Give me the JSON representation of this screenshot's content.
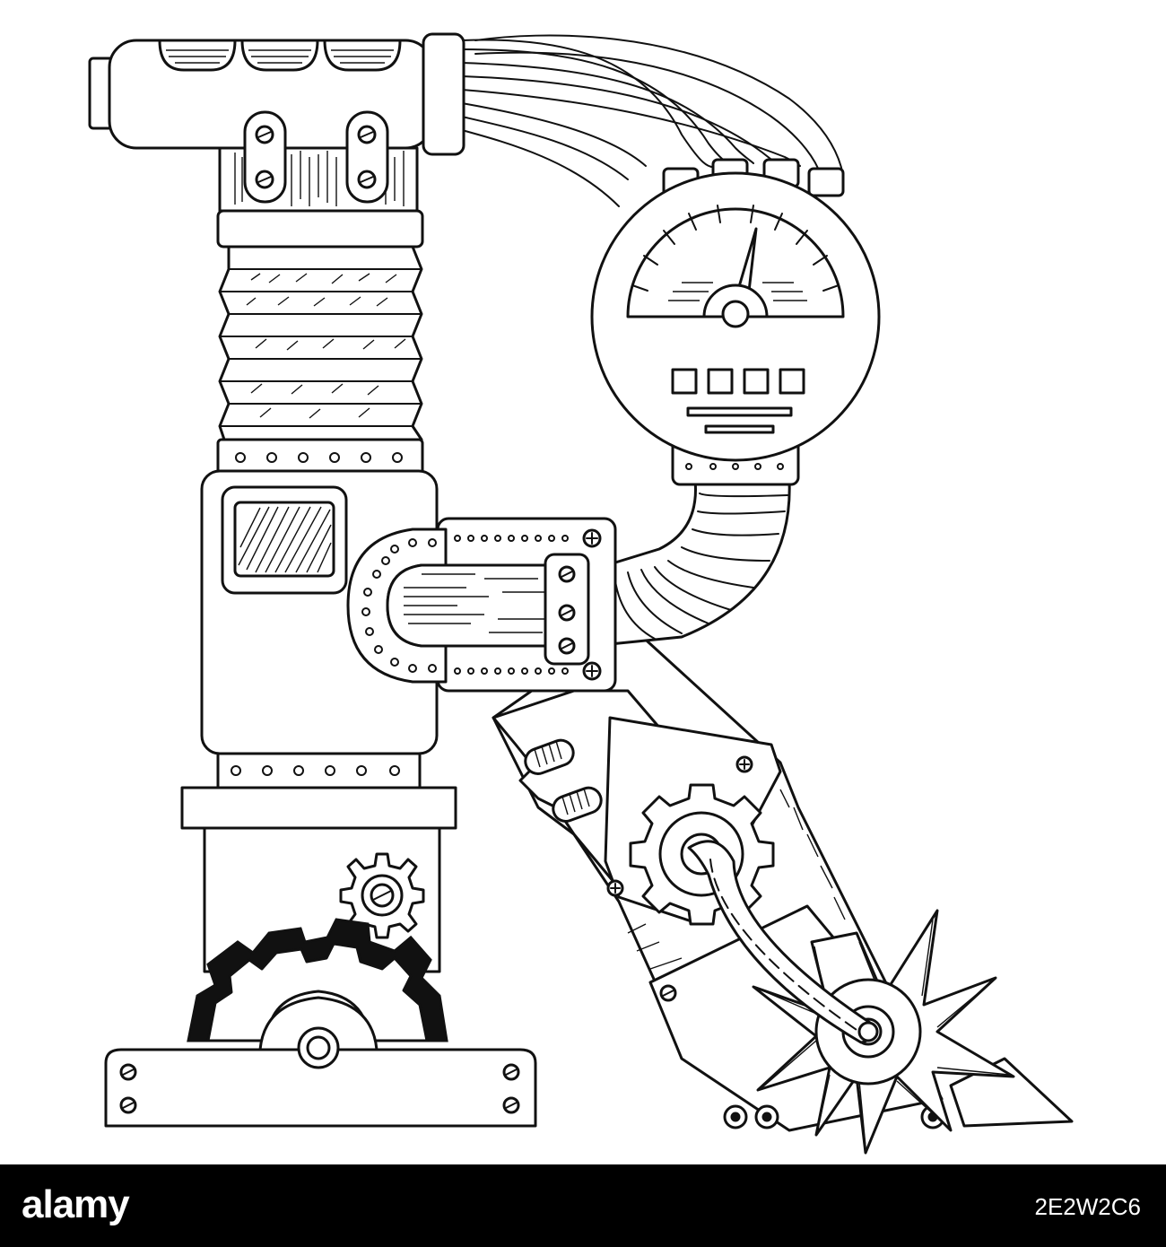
{
  "footer": {
    "brand": "alamy",
    "image_id": "2E2W2C6",
    "background": "#000000",
    "text_color": "#ffffff"
  },
  "artwork": {
    "style": "black line art",
    "stroke_color": "#111111",
    "gauge_display_boxes": 4
  }
}
